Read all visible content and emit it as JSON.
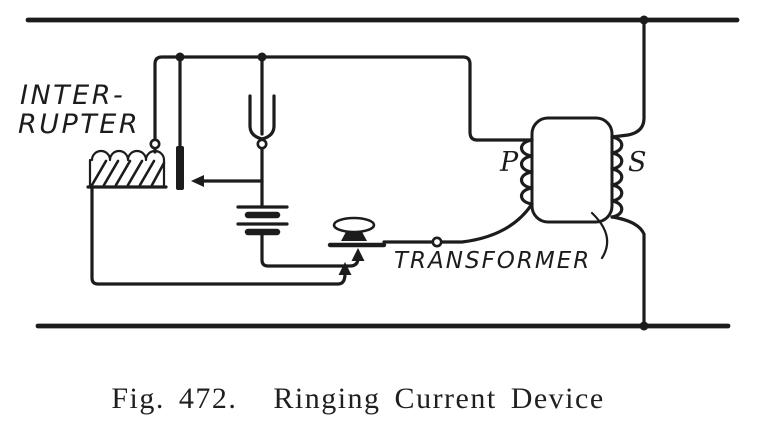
{
  "figure": {
    "caption_number": "Fig. 472.",
    "caption_title": "Ringing Current Device"
  },
  "labels": {
    "interrupter_line1": "INTER-",
    "interrupter_line2": "RUPTER",
    "transformer": "TRANSFORMER",
    "primary": "P",
    "secondary": "S"
  },
  "colors": {
    "ink": "#1c1c1c",
    "background": "#ffffff"
  }
}
